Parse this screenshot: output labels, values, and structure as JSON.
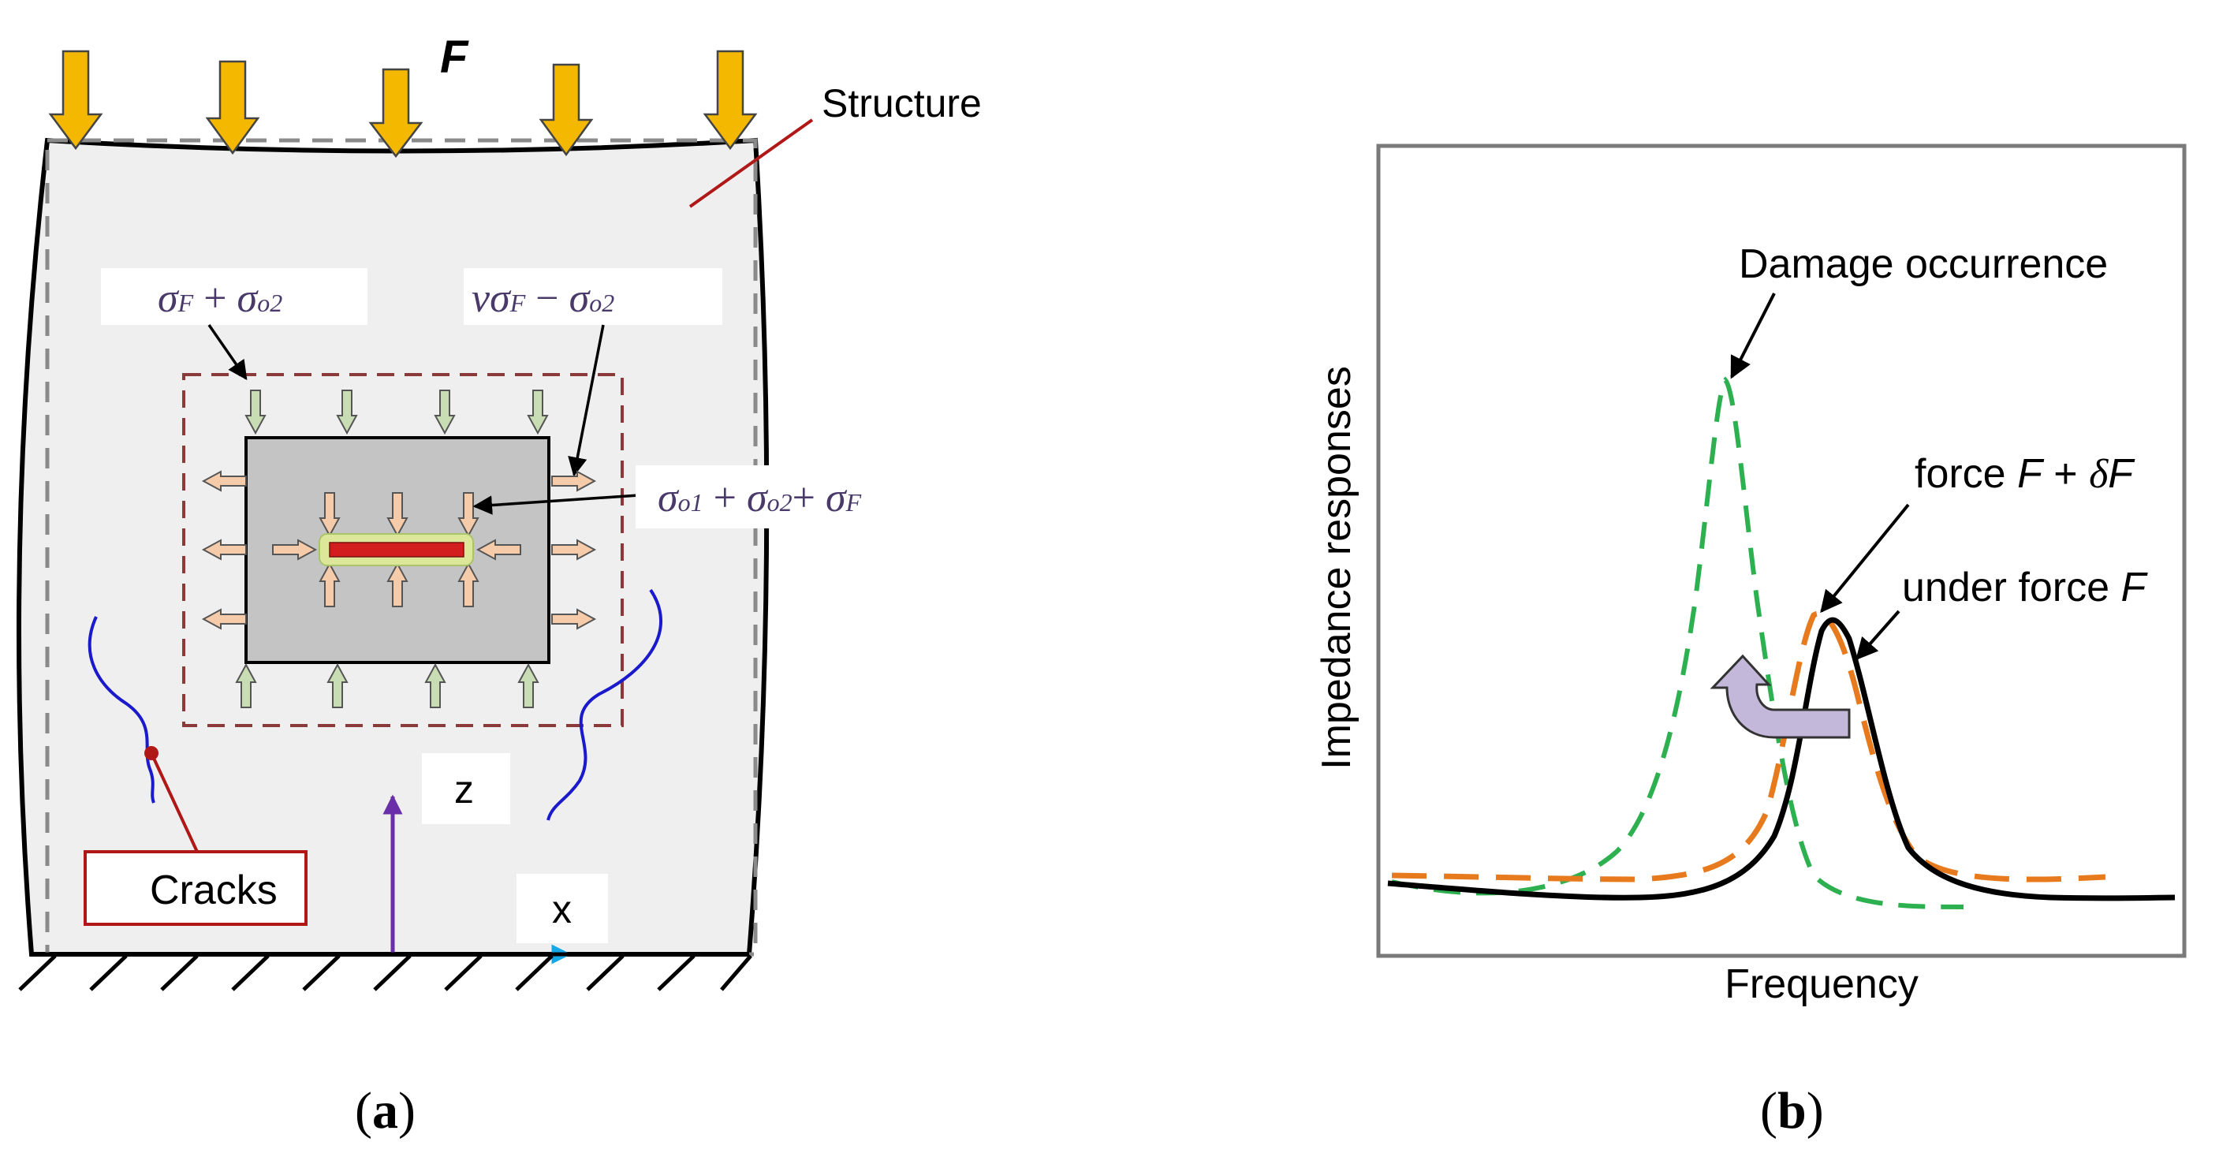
{
  "panel_a": {
    "force_label": "F",
    "structure_label": "Structure",
    "stress_label_top_left": {
      "a": "σ",
      "a_sub": "F",
      "plus": " + ",
      "b": "σ",
      "b_sub": "o2"
    },
    "stress_label_top_right": {
      "nu": "ν",
      "a": "σ",
      "a_sub": "F",
      "minus": " − ",
      "b": "σ",
      "b_sub": "o2"
    },
    "stress_label_center": {
      "a": "σ",
      "a_sub": "o1",
      "plus1": " + ",
      "b": "σ",
      "b_sub": "o2",
      "plus2": "+ ",
      "c": "σ",
      "c_sub": "F"
    },
    "cracks_label": "Cracks",
    "axis_z": "z",
    "axis_x": "x",
    "caption": {
      "open": "(",
      "letter": "a",
      "close": ")"
    }
  },
  "panel_b": {
    "damage_label": "Damage occurrence",
    "force_df_label": {
      "text": "force ",
      "f": "F",
      "plus": " + ",
      "delta": "δ",
      "f2": "F"
    },
    "under_force_label": {
      "text": "under force ",
      "f": "F"
    },
    "y_axis_label": "Impedance responses",
    "x_axis_label": "Frequency",
    "caption": {
      "open": "(",
      "letter": "b",
      "close": ")"
    }
  },
  "colors": {
    "load_arrow": "#F5B800",
    "structure_fill": "#EFEFEF",
    "dashed_outline": "#8A8A8A",
    "pointer_red": "#B01818",
    "crack_blue": "#1A1ACC",
    "block_fill": "#C4C4C4",
    "inner_dash": "#8B3A3A",
    "stress_arrow_green": "#C9DDB4",
    "stress_arrow_peach": "#F6CBAA",
    "crack_core": "#D21E1E",
    "crack_halo": "#DCE79A",
    "label_purple": "#4A3A6A",
    "z_axis": "#6A2FA8",
    "x_axis": "#14A8E8",
    "curve_black": "#000000",
    "curve_orange": "#E87A1E",
    "curve_green": "#2DB04F",
    "shift_arrow": "#C4B8DA",
    "plot_frame": "#7A7A7A"
  },
  "icons": {
    "load": "down-arrow-icon",
    "stress": "double-arrow-icon",
    "shift": "curved-arrow-icon",
    "support": "hatched-ground-icon"
  }
}
